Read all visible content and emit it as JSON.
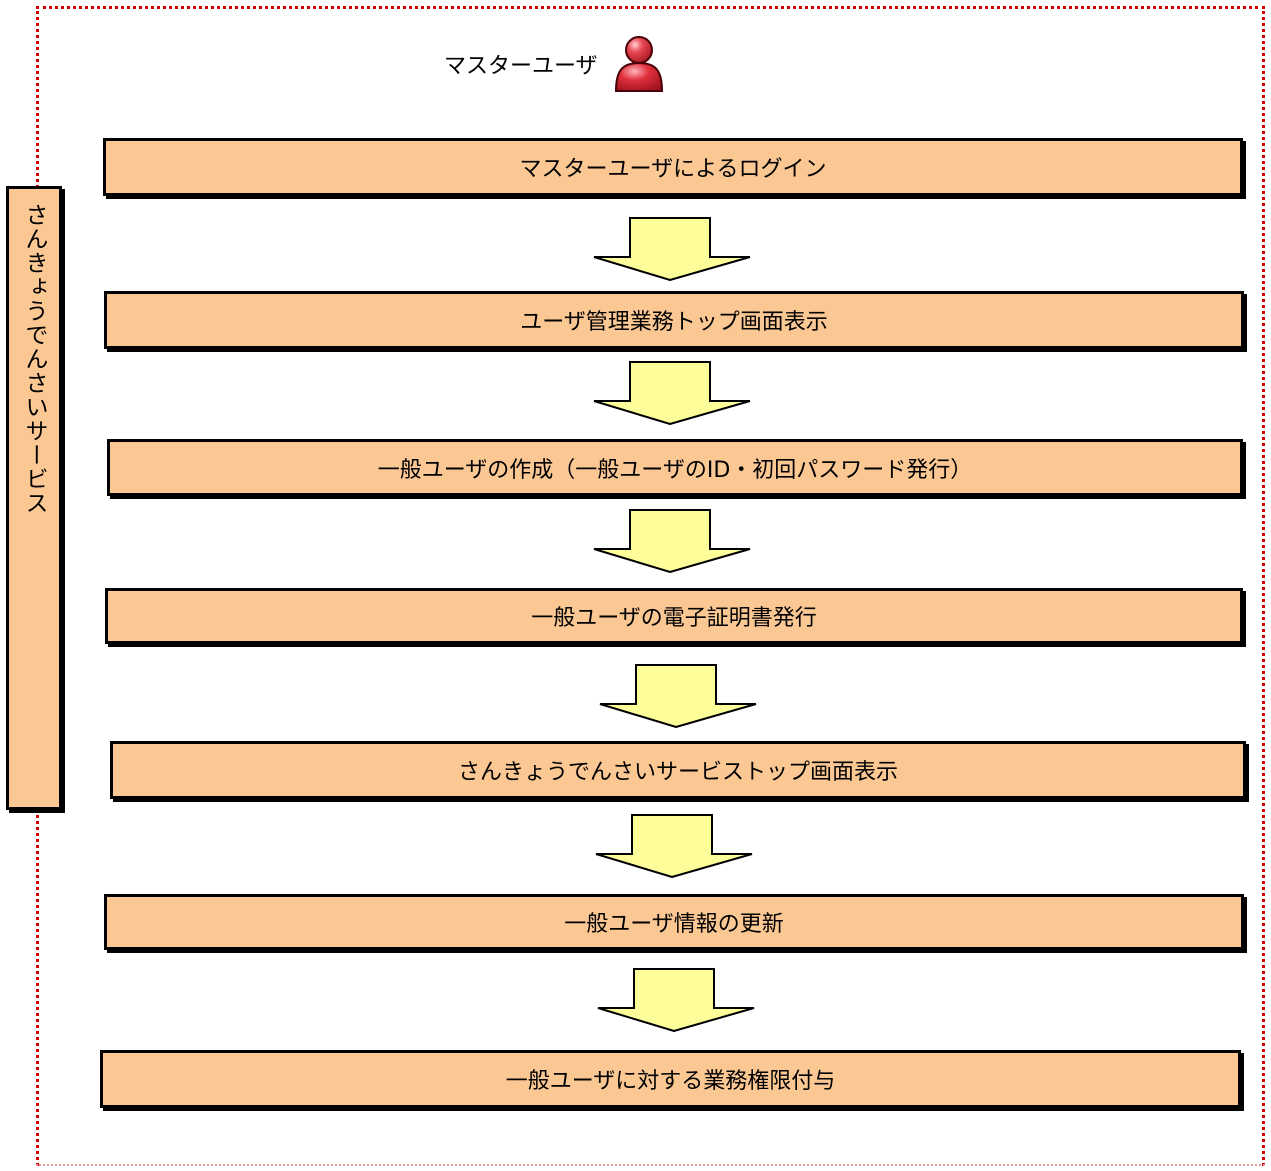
{
  "header": {
    "role_label": "マスターユーザ",
    "icon": "user-icon"
  },
  "side_label": "さんきょうでんさいサービス",
  "steps": [
    "マスターユーザによるログイン",
    "ユーザ管理業務トップ画面表示",
    "一般ユーザの作成（一般ユーザのID・初回パスワード発行）",
    "一般ユーザの電子証明書発行",
    "さんきょうでんさいサービストップ画面表示",
    "一般ユーザ情報の更新",
    "一般ユーザに対する業務権限付与"
  ],
  "colors": {
    "step_fill": "#fbc894",
    "arrow_fill": "#fdfd9a",
    "frame": "#d40000",
    "icon": "#e0303c"
  }
}
